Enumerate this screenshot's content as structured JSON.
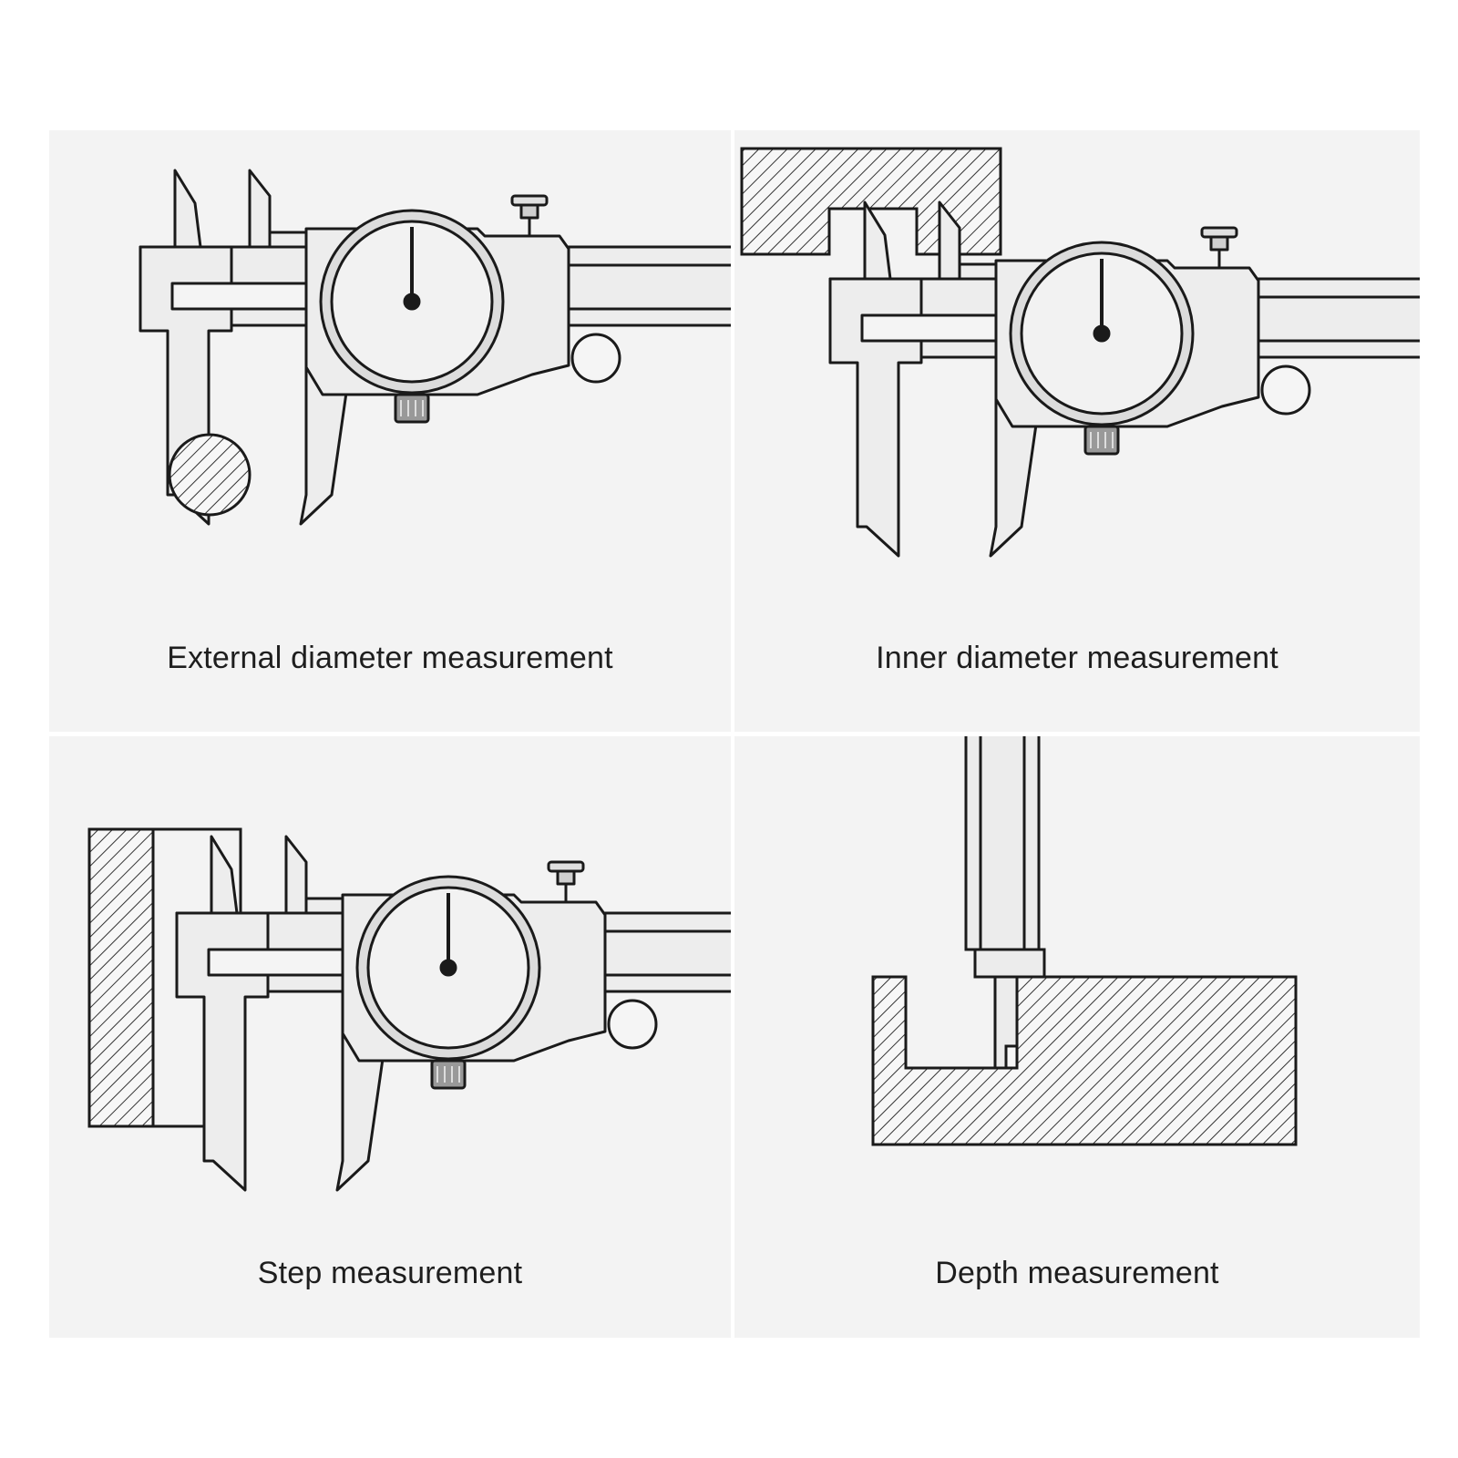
{
  "panels": [
    {
      "id": "external",
      "caption": "External diameter measurement"
    },
    {
      "id": "inner",
      "caption": "Inner diameter measurement"
    },
    {
      "id": "step",
      "caption": "Step measurement"
    },
    {
      "id": "depth",
      "caption": "Depth measurement"
    }
  ],
  "colors": {
    "panel_bg": "#f3f3f3",
    "line": "#1a1a1a",
    "body": "#ececec",
    "hatch": "#333333"
  }
}
